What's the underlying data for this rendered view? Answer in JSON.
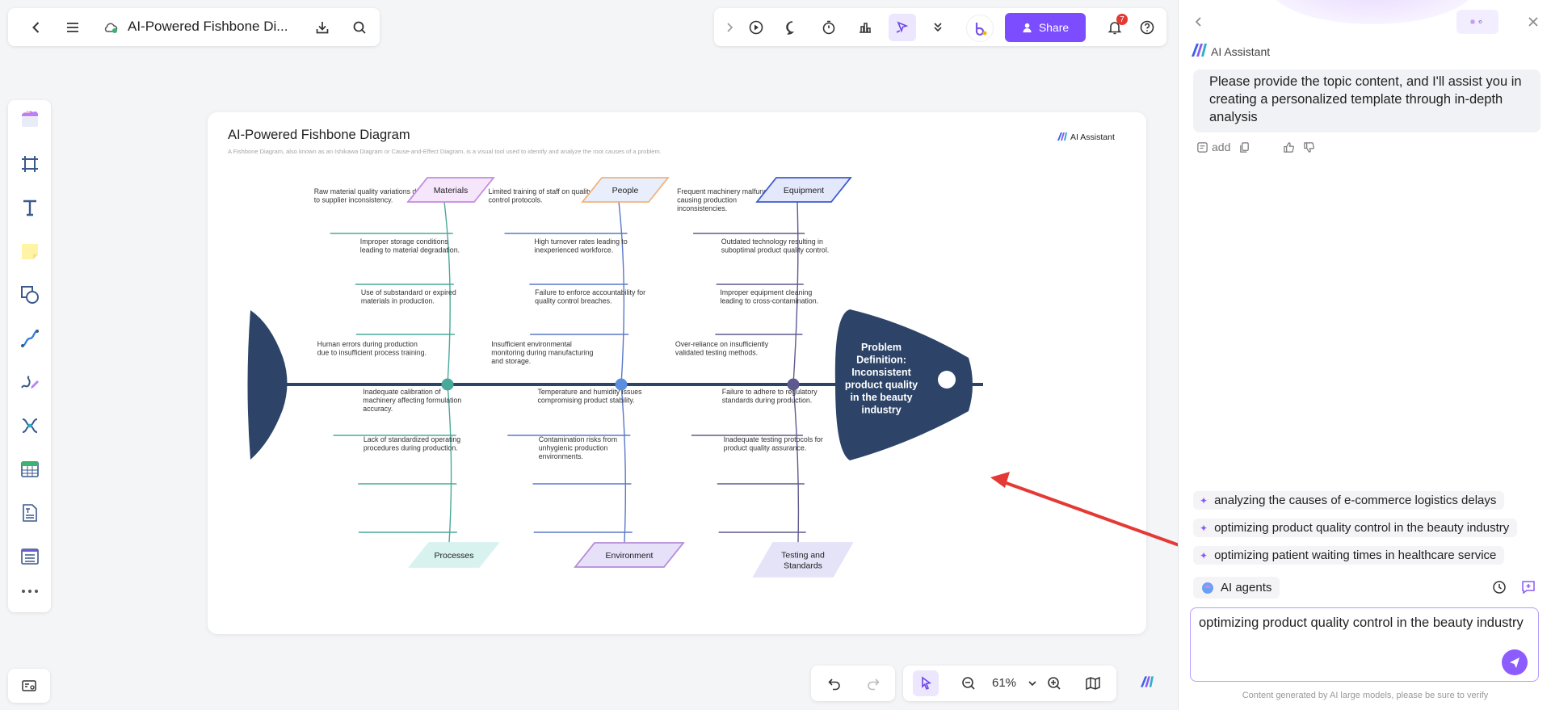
{
  "header": {
    "doc_title": "AI-Powered Fishbone Di...",
    "share_label": "Share",
    "notification_count": "7"
  },
  "zoom": {
    "value": "61%"
  },
  "diagram": {
    "title": "AI-Powered Fishbone Diagram",
    "subtitle": "A Fishbone Diagram, also known as an Ishikawa Diagram or Cause-and-Effect Diagram, is a visual tool used to identify and analyze the root causes of a problem.",
    "badge": "AI Assistant",
    "head_text": [
      "Problem",
      "Definition:",
      "Inconsistent",
      "product quality",
      "in the beauty",
      "industry"
    ],
    "categories": [
      {
        "label": [
          "Materials"
        ],
        "fill": "#f6e6fb",
        "stroke": "#c58be0",
        "line": "#4aa89a",
        "causes": [
          [
            "Raw material quality variations due",
            "to supplier inconsistency."
          ],
          [
            "Improper storage conditions",
            "leading to material degradation."
          ],
          [
            "Use of substandard or expired",
            "materials in production."
          ]
        ]
      },
      {
        "label": [
          "People"
        ],
        "fill": "#e8eefb",
        "stroke": "#f3b27a",
        "line": "#5a78c9",
        "causes": [
          [
            "Limited training of staff on quality",
            "control protocols."
          ],
          [
            "High turnover rates leading to",
            "inexperienced workforce."
          ],
          [
            "Failure to enforce accountability for",
            "quality control breaches."
          ]
        ]
      },
      {
        "label": [
          "Equipment"
        ],
        "fill": "#e4e8fb",
        "stroke": "#3d5bcc",
        "line": "#5e5a8f",
        "causes": [
          [
            "Frequent machinery malfunctions",
            "causing production",
            "inconsistencies."
          ],
          [
            "Outdated technology resulting in",
            "suboptimal product quality control."
          ],
          [
            "Improper equipment cleaning",
            "leading to cross-contamination."
          ]
        ]
      },
      {
        "label": [
          "Processes"
        ],
        "fill": "#d8f3ef",
        "stroke": "#d8f3ef",
        "line": "#4aa89a",
        "causes": [
          [
            "Human errors during production",
            "due to insufficient process training."
          ],
          [
            "Inadequate calibration of",
            "machinery affecting formulation",
            "accuracy."
          ],
          [
            "Lack of standardized operating",
            "procedures during production."
          ]
        ]
      },
      {
        "label": [
          "Environment"
        ],
        "fill": "#e6e0f8",
        "stroke": "#b58bd8",
        "line": "#5a78c9",
        "causes": [
          [
            "Insufficient environmental",
            "monitoring during manufacturing",
            "and storage."
          ],
          [
            "Temperature and humidity issues",
            "compromising product stability."
          ],
          [
            "Contamination risks from",
            "unhygienic production",
            "environments."
          ]
        ]
      },
      {
        "label": [
          "Testing and",
          "Standards"
        ],
        "fill": "#e4e3f8",
        "stroke": "#e4e3f8",
        "line": "#5e5a8f",
        "causes": [
          [
            "Over-reliance on insufficiently",
            "validated testing methods."
          ],
          [
            "Failure to adhere to regulatory",
            "standards during production."
          ],
          [
            "Inadequate testing protocols for",
            "product quality assurance."
          ]
        ]
      }
    ]
  },
  "assistant": {
    "label": "AI Assistant",
    "message": "Please provide the topic content, and I'll assist you in creating a personalized template through in-depth analysis",
    "add_label": "add",
    "suggestions": [
      "analyzing the causes of e-commerce logistics delays",
      "optimizing product quality control in the beauty industry",
      "optimizing patient waiting times in healthcare service"
    ],
    "agents_label": "AI agents",
    "input_value": "optimizing product quality control in the beauty industry",
    "disclaimer": "Content generated by AI large models, please be sure to verify"
  },
  "colors": {
    "accent": "#7b4dff",
    "fish_navy": "#2d4468",
    "annotation_red": "#e53935"
  }
}
